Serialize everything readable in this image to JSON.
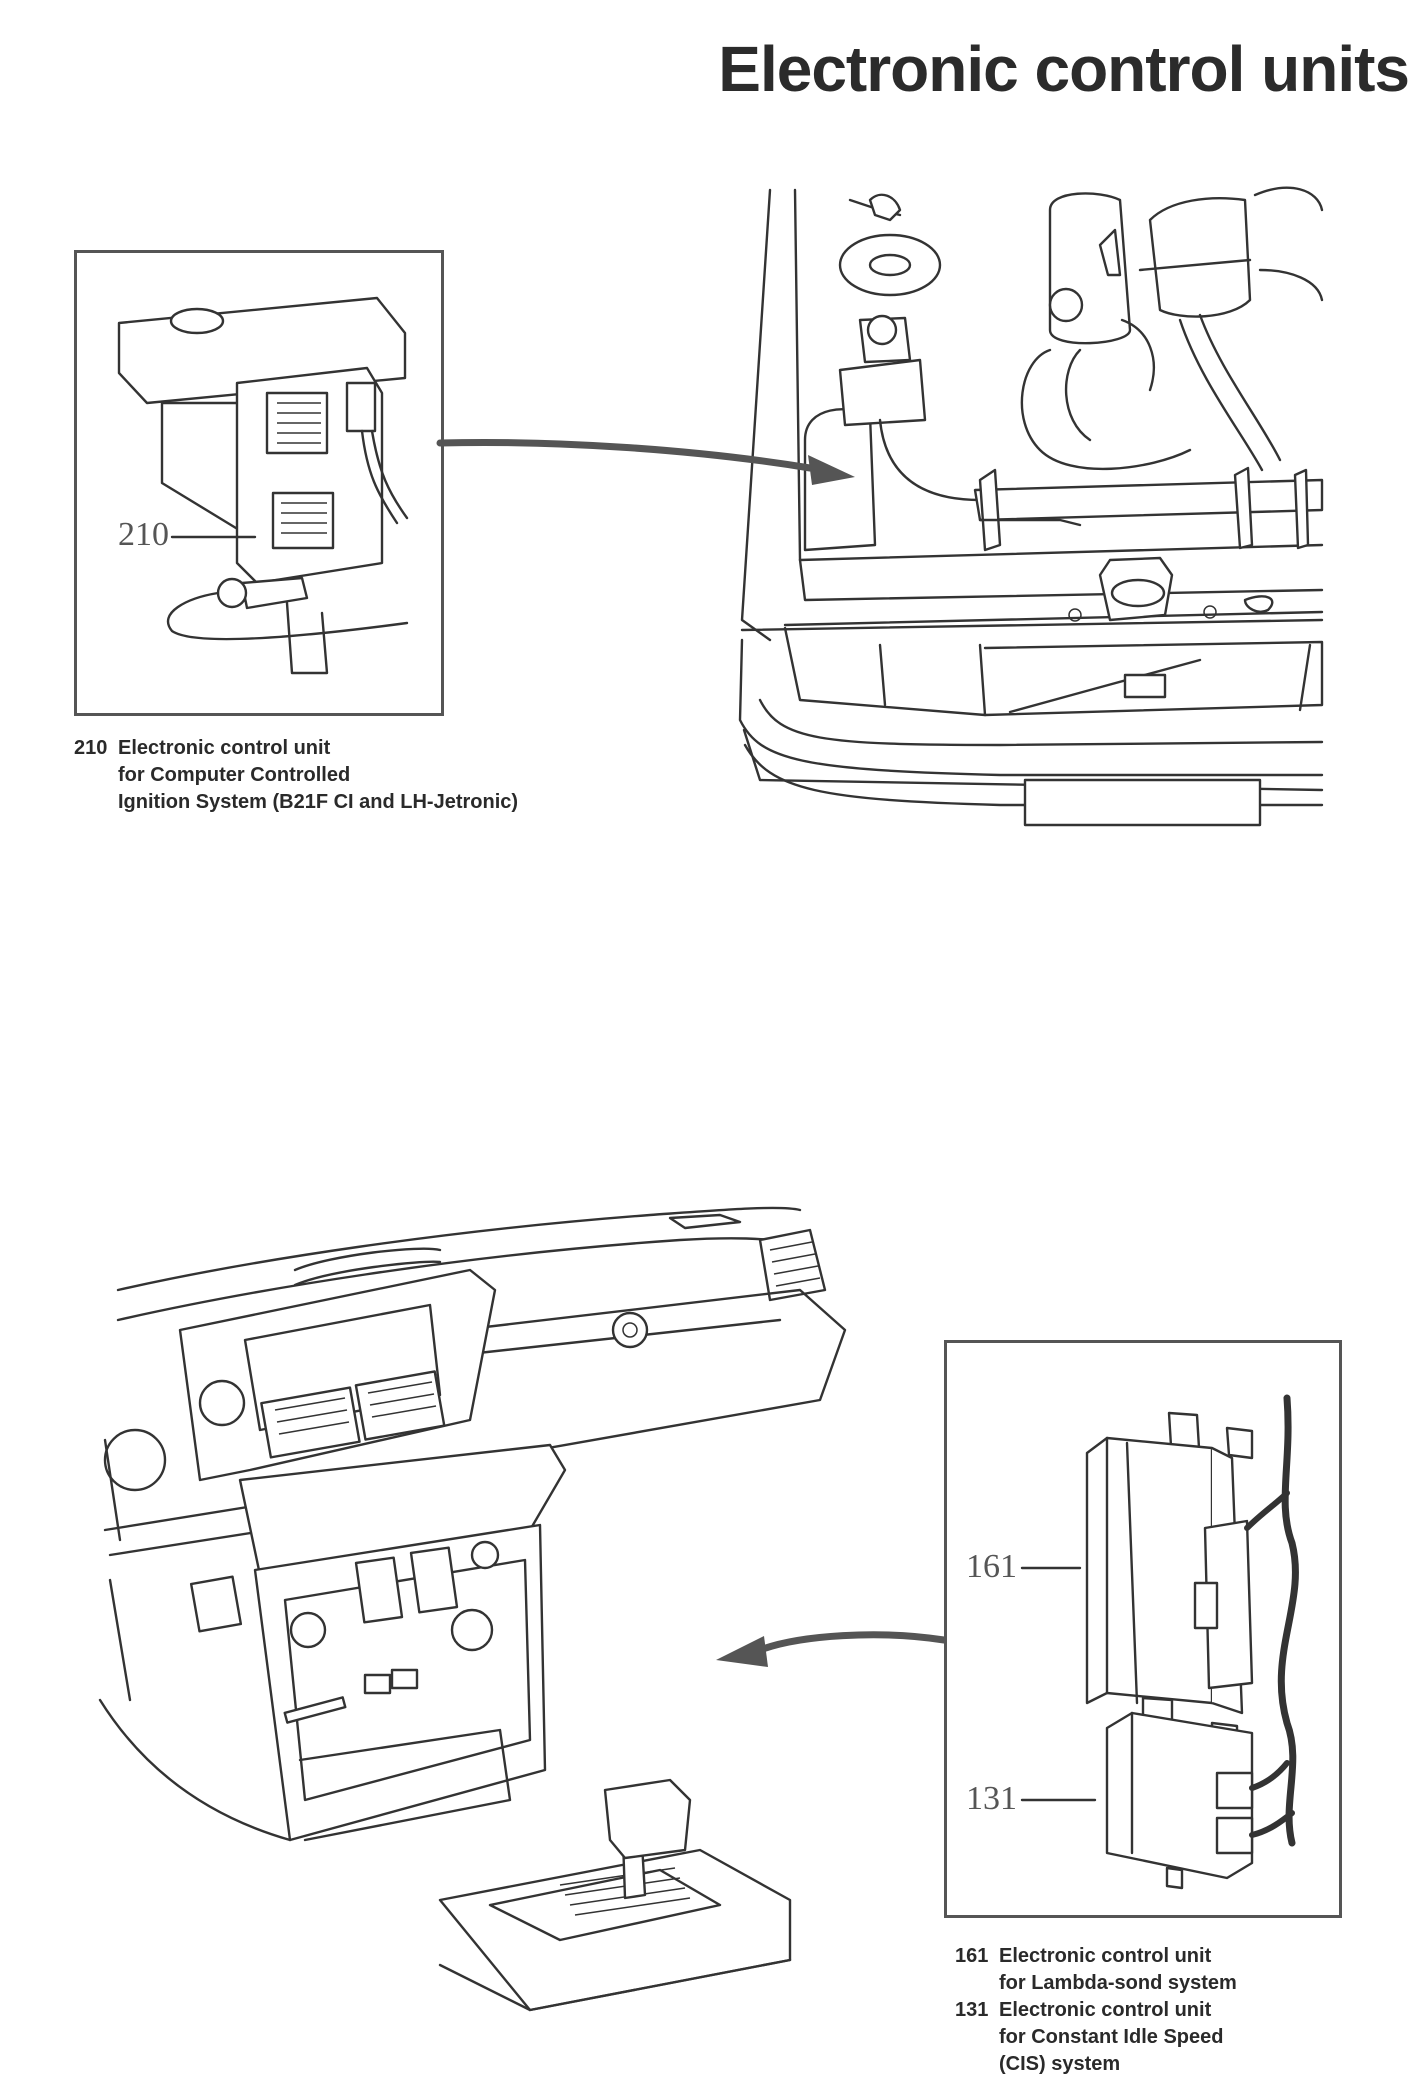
{
  "page": {
    "title": "Electronic control units"
  },
  "top_figure": {
    "callouts": [
      {
        "number": "210"
      }
    ],
    "caption": {
      "number": "210",
      "lines": [
        "Electronic control unit",
        "for Computer Controlled",
        "Ignition System (B21F CI and LH-Jetronic)"
      ]
    }
  },
  "bottom_figure": {
    "callouts": [
      {
        "number": "161"
      },
      {
        "number": "131"
      }
    ],
    "captions": [
      {
        "number": "161",
        "lines": [
          "Electronic control unit",
          "for Lambda-sond system"
        ]
      },
      {
        "number": "131",
        "lines": [
          "Electronic control unit",
          "for Constant Idle Speed",
          "(CIS) system"
        ]
      }
    ]
  },
  "colors": {
    "line": "#333333",
    "arrow": "#555555",
    "frame": "#555555"
  }
}
